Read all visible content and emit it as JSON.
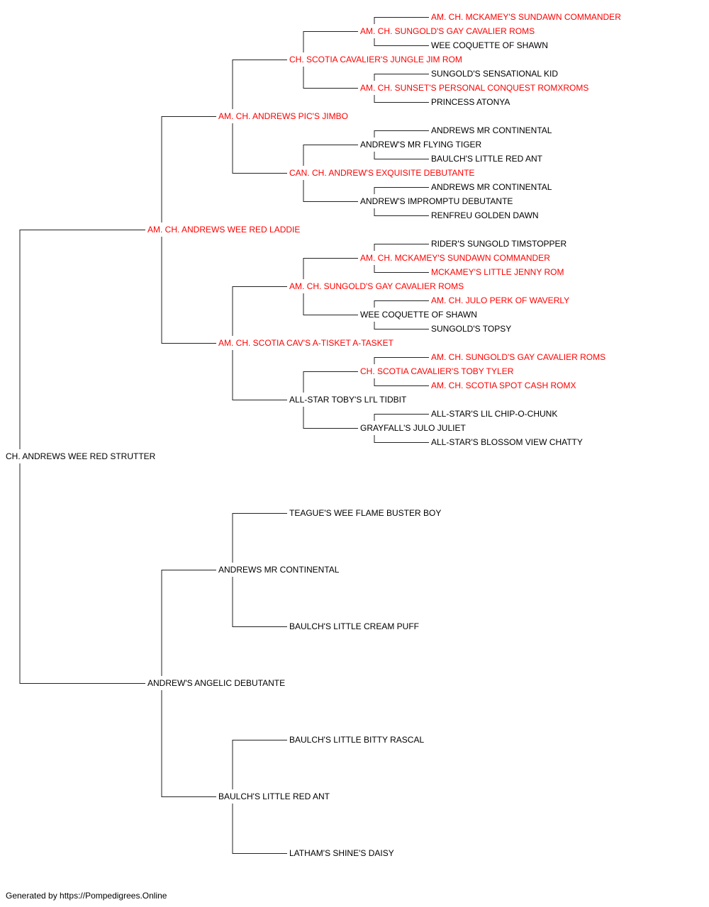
{
  "colors": {
    "champion": "#ff0000",
    "normal": "#000000",
    "line": "#222222"
  },
  "footer": "Generated by https://Pompedigrees.Online",
  "tree": {
    "name": "CH. ANDREWS WEE RED STRUTTER",
    "champion": false,
    "sire": {
      "name": "AM. CH. ANDREWS WEE RED LADDIE",
      "champion": true,
      "sire": {
        "name": "AM. CH. ANDREWS PIC'S JIMBO",
        "champion": true,
        "sire": {
          "name": "CH. SCOTIA CAVALIER'S JUNGLE JIM ROM",
          "champion": true,
          "sire": {
            "name": "AM. CH. SUNGOLD'S GAY CAVALIER ROMS",
            "champion": true,
            "sire": {
              "name": "AM. CH. MCKAMEY'S SUNDAWN COMMANDER",
              "champion": true
            },
            "dam": {
              "name": "WEE COQUETTE OF SHAWN",
              "champion": false
            }
          },
          "dam": {
            "name": "AM. CH. SUNSET'S PERSONAL CONQUEST ROMXROMS",
            "champion": true,
            "sire": {
              "name": "SUNGOLD'S SENSATIONAL KID",
              "champion": false
            },
            "dam": {
              "name": "PRINCESS ATONYA",
              "champion": false
            }
          }
        },
        "dam": {
          "name": "CAN. CH. ANDREW'S EXQUISITE DEBUTANTE",
          "champion": true,
          "sire": {
            "name": "ANDREW'S MR FLYING TIGER",
            "champion": false,
            "sire": {
              "name": "ANDREWS MR CONTINENTAL",
              "champion": false
            },
            "dam": {
              "name": "BAULCH'S LITTLE RED ANT",
              "champion": false
            }
          },
          "dam": {
            "name": "ANDREW'S IMPROMPTU DEBUTANTE",
            "champion": false,
            "sire": {
              "name": "ANDREWS MR CONTINENTAL",
              "champion": false
            },
            "dam": {
              "name": "RENFREU GOLDEN DAWN",
              "champion": false
            }
          }
        }
      },
      "dam": {
        "name": "AM. CH. SCOTIA CAV'S A-TISKET A-TASKET",
        "champion": true,
        "sire": {
          "name": "AM. CH. SUNGOLD'S GAY CAVALIER ROMS",
          "champion": true,
          "sire": {
            "name": "AM. CH. MCKAMEY'S SUNDAWN COMMANDER",
            "champion": true,
            "sire": {
              "name": "RIDER'S SUNGOLD TIMSTOPPER",
              "champion": false
            },
            "dam": {
              "name": "MCKAMEY'S LITTLE JENNY ROM",
              "champion": true
            }
          },
          "dam": {
            "name": "WEE COQUETTE OF SHAWN",
            "champion": false,
            "sire": {
              "name": "AM. CH. JULO PERK OF WAVERLY",
              "champion": true
            },
            "dam": {
              "name": "SUNGOLD'S TOPSY",
              "champion": false
            }
          }
        },
        "dam": {
          "name": "ALL-STAR TOBY'S LI'L TIDBIT",
          "champion": false,
          "sire": {
            "name": "CH. SCOTIA CAVALIER'S TOBY TYLER",
            "champion": true,
            "sire": {
              "name": "AM. CH. SUNGOLD'S GAY CAVALIER ROMS",
              "champion": true
            },
            "dam": {
              "name": "AM. CH. SCOTIA SPOT CASH ROMX",
              "champion": true
            }
          },
          "dam": {
            "name": "GRAYFALL'S JULO JULIET",
            "champion": false,
            "sire": {
              "name": "ALL-STAR'S LIL CHIP-O-CHUNK",
              "champion": false
            },
            "dam": {
              "name": "ALL-STAR'S BLOSSOM VIEW CHATTY",
              "champion": false
            }
          }
        }
      }
    },
    "dam": {
      "name": "ANDREW'S ANGELIC DEBUTANTE",
      "champion": false,
      "sire": {
        "name": "ANDREWS MR CONTINENTAL",
        "champion": false,
        "sire": {
          "name": "TEAGUE'S WEE FLAME BUSTER BOY",
          "champion": false
        },
        "dam": {
          "name": "BAULCH'S LITTLE CREAM PUFF",
          "champion": false
        }
      },
      "dam": {
        "name": "BAULCH'S LITTLE RED ANT",
        "champion": false,
        "sire": {
          "name": "BAULCH'S LITTLE BITTY RASCAL",
          "champion": false
        },
        "dam": {
          "name": "LATHAM'S SHINE'S DAISY",
          "champion": false
        }
      }
    }
  }
}
